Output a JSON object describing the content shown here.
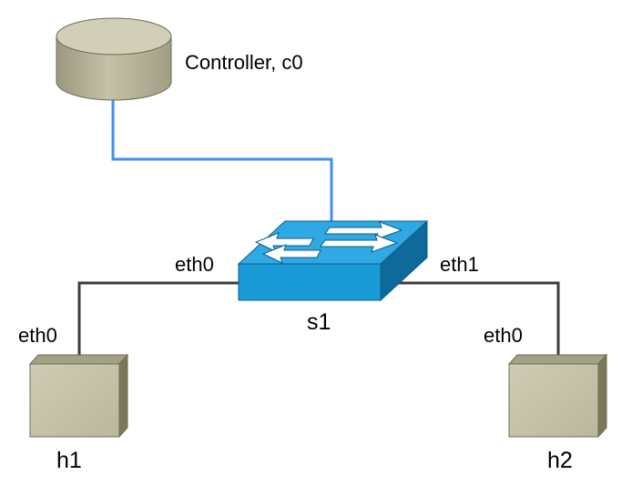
{
  "controller": {
    "label": "Controller, c0",
    "color": "#b8b59c"
  },
  "switch": {
    "name": "s1",
    "ports": [
      "eth0",
      "eth1"
    ],
    "color": "#1a9ad6"
  },
  "hosts": [
    {
      "name": "h1",
      "interface": "eth0"
    },
    {
      "name": "h2",
      "interface": "eth0"
    }
  ],
  "links": {
    "control_color": "#3f8ff0",
    "data_color": "#3d3d3d"
  },
  "colors": {
    "host_face": "#c9c6ad",
    "host_side": "#7b7858"
  }
}
